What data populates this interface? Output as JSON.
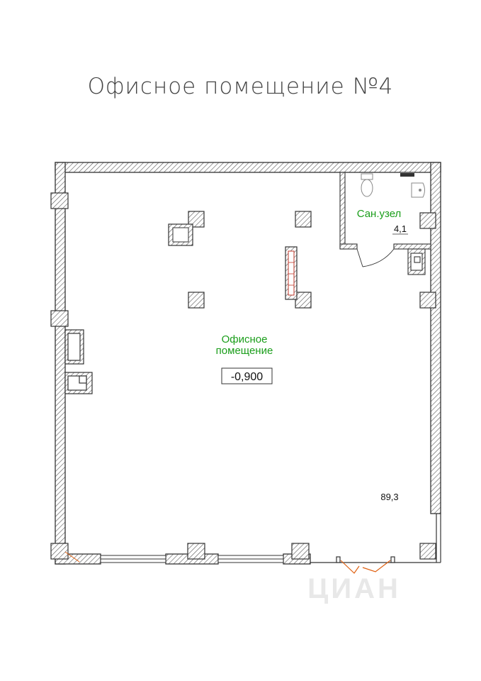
{
  "title": "Офисное помещение №4",
  "rooms": {
    "office": {
      "name_line1": "Офисное",
      "name_line2": "помещение",
      "level": "-0,900",
      "area": "89,3"
    },
    "wc": {
      "name": "Сан.узел",
      "area": "4,1"
    }
  },
  "watermark": "ЦИАН",
  "colors": {
    "wall": "#333333",
    "hatch": "#555555",
    "label": "#1b9e1b",
    "door": "#e06010"
  }
}
